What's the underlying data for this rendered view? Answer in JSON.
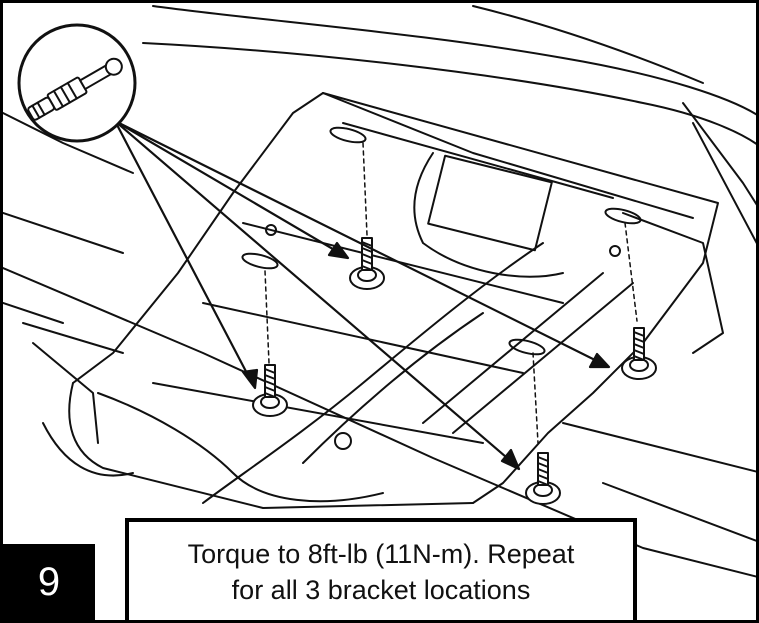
{
  "step": {
    "number": "9"
  },
  "caption": {
    "line1": "Torque to 8ft-lb (11N-m). Repeat",
    "line2": "for all 3 bracket locations"
  },
  "icons": {
    "tool": "torque-wrench-icon",
    "fastener": "bolt-icon"
  }
}
